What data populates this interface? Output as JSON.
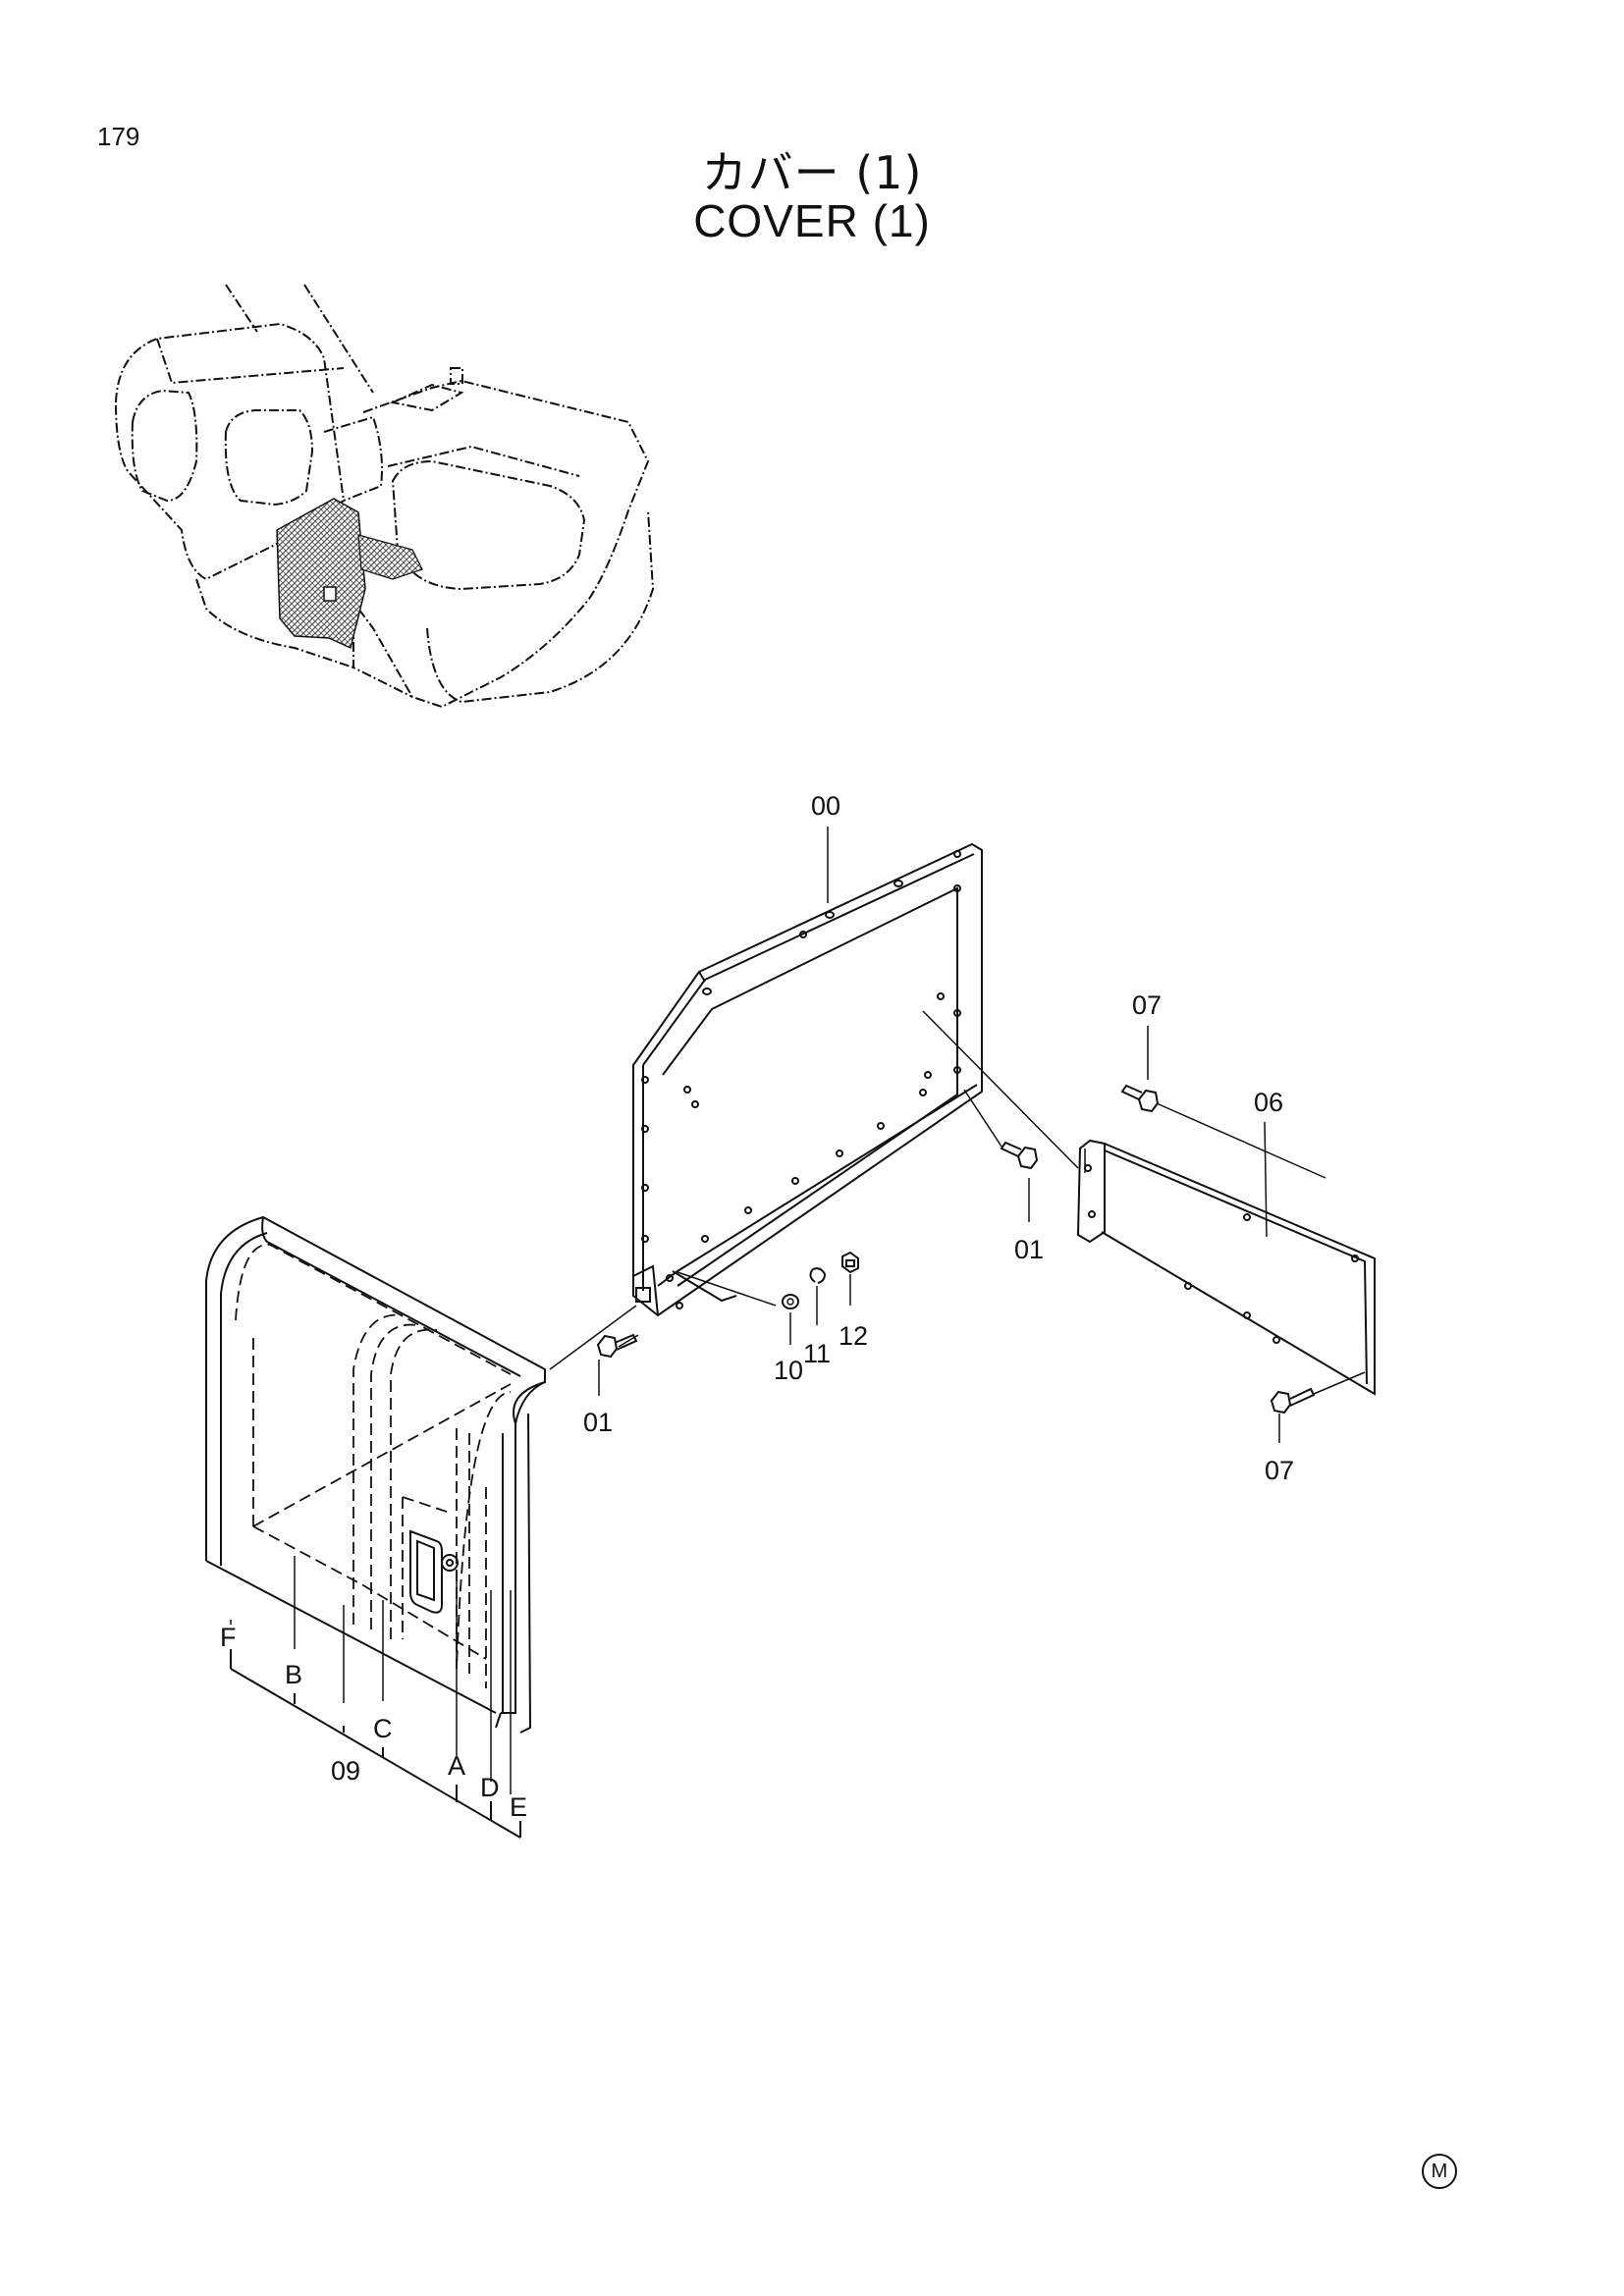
{
  "page": {
    "number": "179"
  },
  "title": {
    "jp": "カバー (1)",
    "en": "COVER (1)"
  },
  "callouts": {
    "c00": "00",
    "c07a": "07",
    "c06": "06",
    "c01a": "01",
    "c01b": "01",
    "c10": "10",
    "c11": "11",
    "c12": "12",
    "c07b": "07",
    "cF": "F",
    "cB": "B",
    "cC": "C",
    "c09": "09",
    "cA": "A",
    "cD": "D",
    "cE": "E"
  },
  "mark": {
    "text": "M"
  },
  "colors": {
    "ink": "#111111",
    "paper": "#ffffff",
    "hatch": "#555555"
  }
}
